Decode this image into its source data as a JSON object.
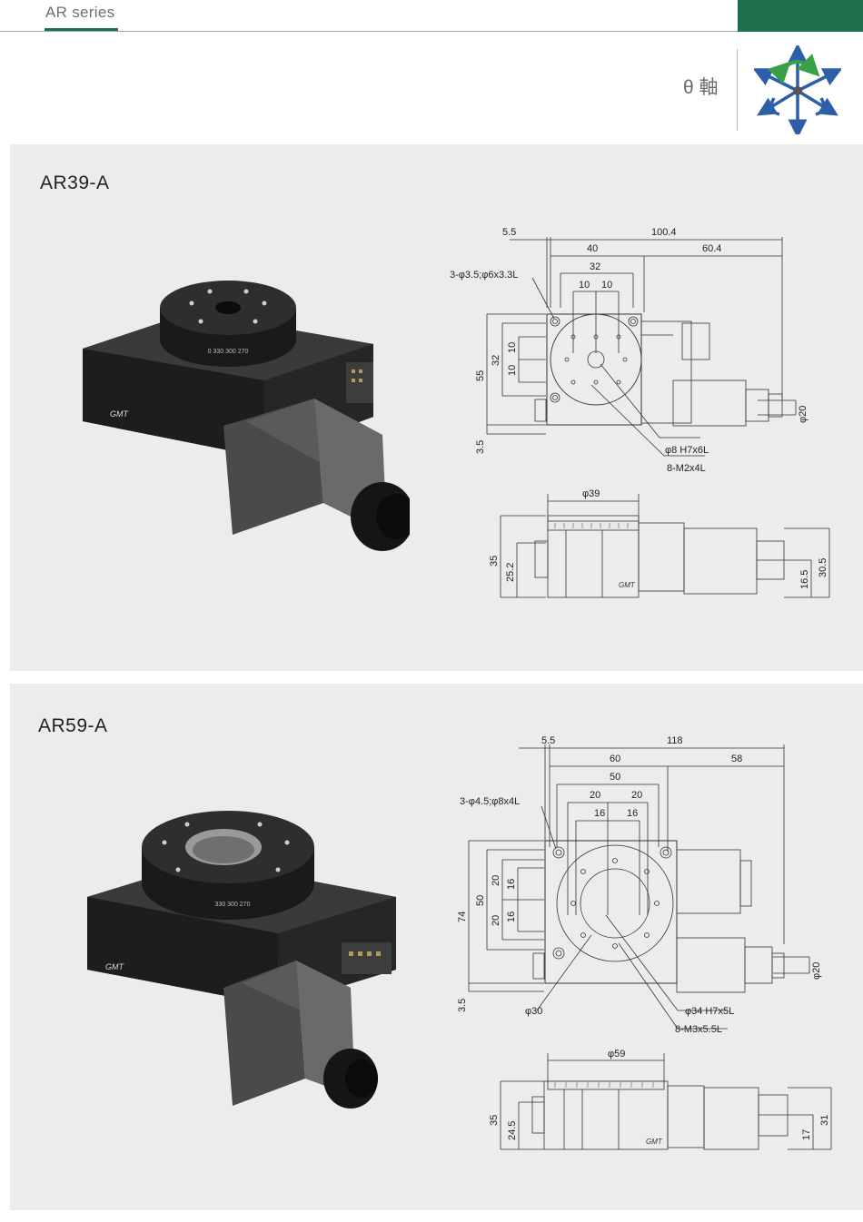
{
  "header": {
    "series": "AR series"
  },
  "axis": {
    "label": "θ 軸",
    "icon": "six-axis-theta-icon",
    "accent": "#1e6f4c"
  },
  "products": [
    {
      "title": "AR39-A",
      "top_view": {
        "dims": {
          "overall_w": "100.4",
          "left_offset": "5.5",
          "body_w": "40",
          "motor_w": "60.4",
          "hole_pitch": "32",
          "hole_a": "10",
          "hole_b": "10",
          "height_total": "55",
          "height_holes": "32",
          "v_a": "10",
          "v_b": "10",
          "bottom_offset": "3.5",
          "knob_dia": "φ20"
        },
        "callouts": {
          "mount_holes": "3-φ3.5;φ6x3.3L",
          "center_hole": "φ8 H7x6L",
          "tapped": "8-M2x4L"
        }
      },
      "side_view": {
        "dims": {
          "table_dia": "φ39",
          "height_total": "35",
          "height_base": "25.2",
          "height_right": "30.5",
          "axis_height": "16.5"
        }
      }
    },
    {
      "title": "AR59-A",
      "top_view": {
        "dims": {
          "overall_w": "118",
          "left_offset": "5.5",
          "body_w": "60",
          "motor_w": "58",
          "hole_pitch": "50",
          "hole_a": "20",
          "hole_b": "20",
          "hole_c": "16",
          "hole_d": "16",
          "height_total": "74",
          "height_holes": "50",
          "v_a": "20",
          "v_b": "20",
          "v_c": "16",
          "v_d": "16",
          "bottom_offset": "3.5",
          "knob_dia": "φ20"
        },
        "callouts": {
          "mount_holes": "3-φ4.5;φ8x4L",
          "aperture": "φ30",
          "center_bore": "φ34 H7x5L",
          "tapped": "8-M3x5.5L"
        }
      },
      "side_view": {
        "dims": {
          "table_dia": "φ59",
          "height_total": "35",
          "height_base": "24.5",
          "height_right": "31",
          "axis_height": "17"
        }
      }
    }
  ]
}
